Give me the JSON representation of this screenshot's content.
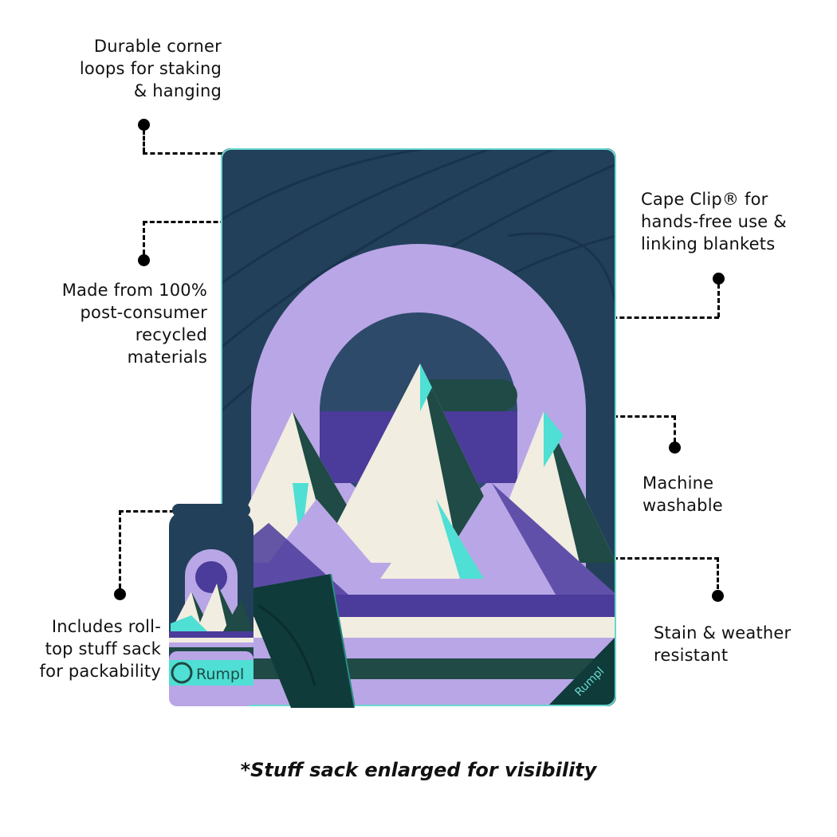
{
  "features": {
    "corner_loops": [
      "Durable corner",
      "loops for staking",
      "& hanging"
    ],
    "recycled": [
      "Made from 100%",
      "post-consumer",
      "recycled",
      "materials"
    ],
    "stuff_sack": [
      "Includes roll-",
      "top stuff sack",
      "for packability"
    ],
    "cape_clip": [
      "Cape Clip® for",
      "hands-free use &",
      "linking blankets"
    ],
    "washable": [
      "Machine",
      "washable"
    ],
    "stain": [
      "Stain & weather",
      "resistant"
    ]
  },
  "footnote": "*Stuff sack enlarged for visibility",
  "product": {
    "brand": "Rumpl",
    "colors": {
      "navy": "#22405a",
      "lavender": "#b9a6e6",
      "purple": "#4b3b9a",
      "forest": "#1f4a45",
      "cream": "#f1ede0",
      "teal": "#4fdfd4",
      "trim": "#6ad8d0"
    }
  }
}
